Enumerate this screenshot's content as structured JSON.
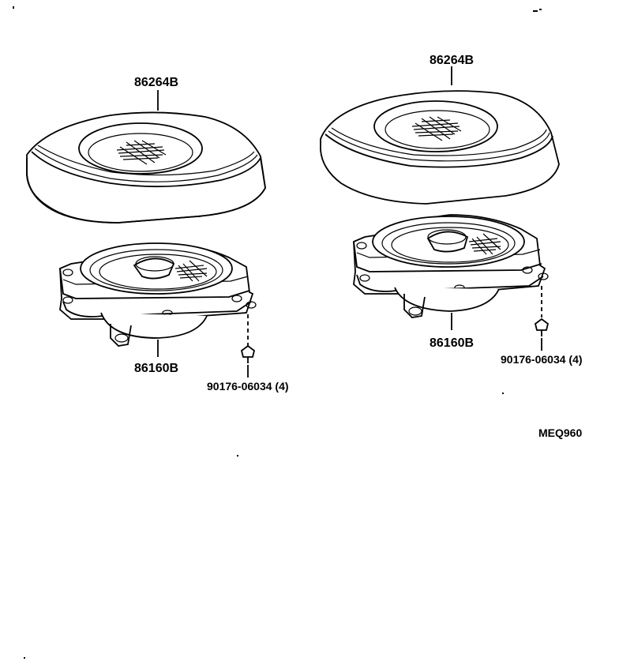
{
  "diagram": {
    "left_assembly": {
      "cover_part_number": "86264B",
      "speaker_part_number": "86160B",
      "screw_part_number": "90176-06034 (4)"
    },
    "right_assembly": {
      "cover_part_number": "86264B",
      "speaker_part_number": "86160B",
      "screw_part_number": "90176-06034 (4)"
    },
    "figure_code": "MEQ960"
  }
}
